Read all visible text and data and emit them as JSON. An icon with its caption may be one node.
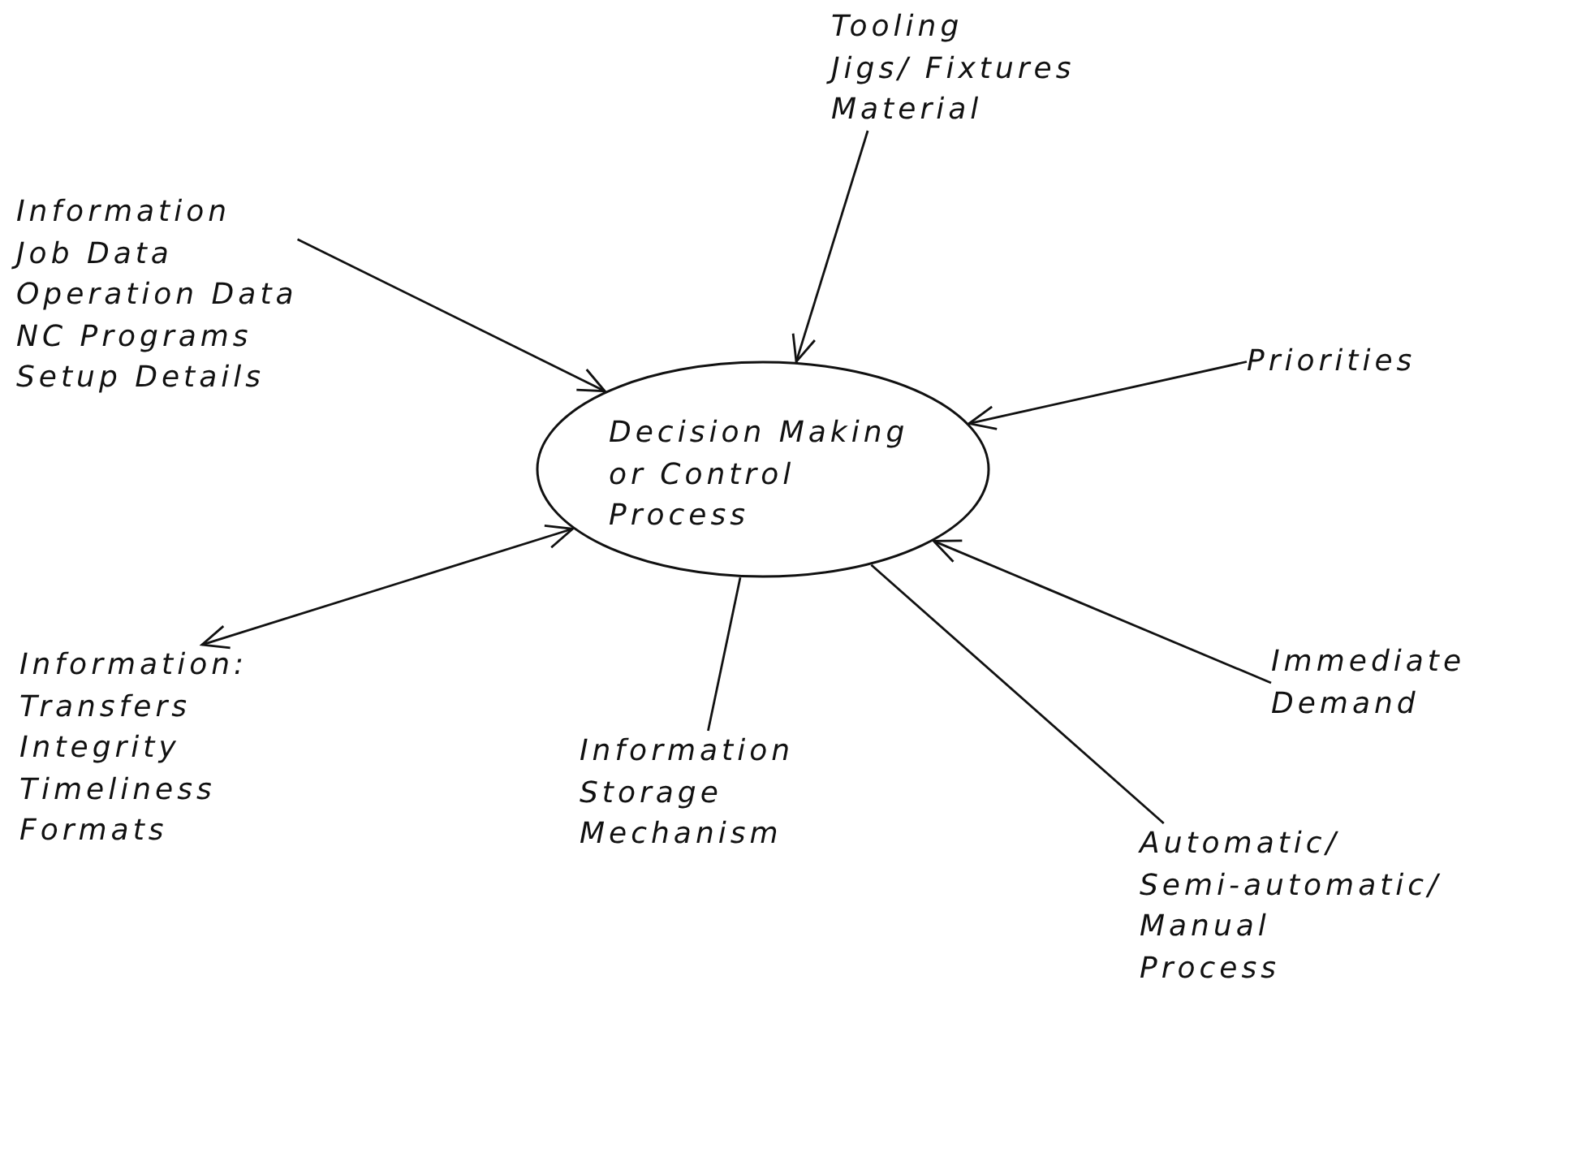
{
  "diagram": {
    "nodes": [
      {
        "text": [
          "Decision Making",
          "or Control",
          "Process"
        ]
      },
      {
        "text": [
          "Tooling",
          "Jigs/ Fixtures",
          "Material"
        ]
      },
      {
        "text": [
          "Information",
          "Job Data",
          "Operation Data",
          "NC Programs",
          "Setup Details"
        ]
      },
      {
        "text": [
          "Priorities"
        ]
      },
      {
        "text": [
          "Immediate",
          "Demand"
        ]
      },
      {
        "text": [
          "Information:",
          "Transfers",
          "Integrity",
          "Timeliness",
          "Formats"
        ]
      },
      {
        "text": [
          "Information",
          "Storage",
          "Mechanism"
        ]
      },
      {
        "text": [
          "Automatic/",
          "Semi-automatic/",
          "Manual",
          "Process"
        ]
      }
    ],
    "edges": [
      {
        "from": 1,
        "to": 0,
        "arrow": "to"
      },
      {
        "from": 2,
        "to": 0,
        "arrow": "to"
      },
      {
        "from": 3,
        "to": 0,
        "arrow": "to"
      },
      {
        "from": 4,
        "to": 0,
        "arrow": "to"
      },
      {
        "from": 5,
        "to": 0,
        "arrow": "both"
      },
      {
        "from": 6,
        "to": 0,
        "arrow": "none"
      },
      {
        "from": 7,
        "to": 0,
        "arrow": "none"
      }
    ]
  }
}
